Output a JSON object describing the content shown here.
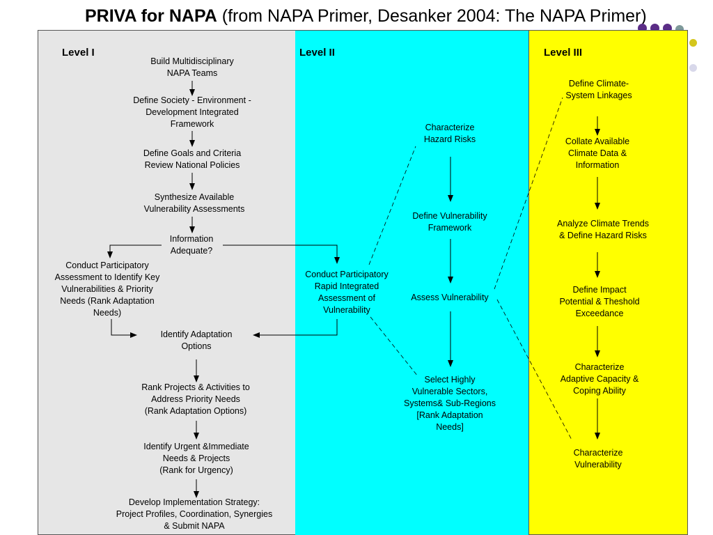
{
  "title": {
    "main": "PRIVA for NAPA",
    "sub": " (from NAPA Primer, Desanker 2004: The NAPA Primer)"
  },
  "colors": {
    "level1_bg": "#e6e6e6",
    "level2_bg": "#00ffff",
    "level3_bg": "#ffff00",
    "decor_purple": "#5b2d86",
    "decor_gray": "#7f9a9a",
    "decor_yellow": "#d4c61c",
    "decor_lilac": "#d8d8ea"
  },
  "levels": {
    "l1": "Level  I",
    "l2": "Level  II",
    "l3": "Level  III"
  },
  "nodes": {
    "build_teams": "Build Multidisciplinary\nNAPA Teams",
    "define_society": "Define Society - Environment -\nDevelopment Integrated\nFramework",
    "define_goals": "Define Goals and Criteria\nReview National Policies",
    "synthesize": "Synthesize Available\nVulnerability Assessments",
    "info_adequate": "Information\nAdequate?",
    "conduct_participatory": "Conduct Participatory\nAssessment to Identify Key\nVulnerabilities & Priority\nNeeds (Rank Adaptation\nNeeds)",
    "identify_options": "Identify Adaptation\nOptions",
    "rank_projects": "Rank Projects & Activities to\nAddress Priority Needs\n(Rank Adaptation Options)",
    "identify_urgent": "Identify Urgent &Immediate\nNeeds & Projects\n(Rank for Urgency)",
    "develop_strategy": "Develop Implementation Strategy:\nProject Profiles, Coordination, Synergies\n& Submit NAPA",
    "conduct_rapid": "Conduct Participatory\nRapid Integrated\nAssessment of\nVulnerability",
    "characterize_hazard": "Characterize\nHazard Risks",
    "define_vuln_framework": "Define Vulnerability\nFramework",
    "assess_vuln": "Assess Vulnerability",
    "select_sectors": "Select Highly\nVulnerable Sectors,\nSystems& Sub-Regions\n[Rank Adaptation\nNeeds]",
    "define_climate": "Define Climate-\nSystem Linkages",
    "collate_data": "Collate Available\nClimate Data &\nInformation",
    "analyze_trends": "Analyze Climate Trends\n& Define Hazard Risks",
    "define_impact": "Define Impact\nPotential & Theshold\nExceedance",
    "characterize_adaptive": "Characterize\nAdaptive Capacity &\nCoping Ability",
    "characterize_vuln": "Characterize\nVulnerability"
  }
}
